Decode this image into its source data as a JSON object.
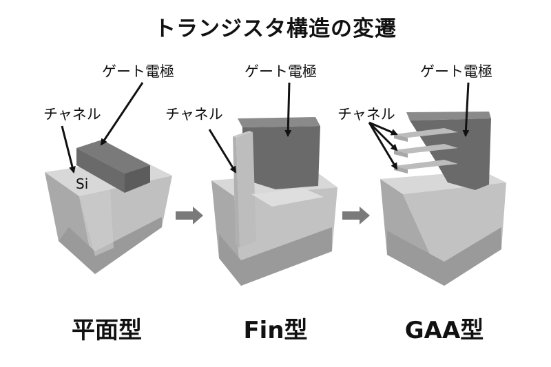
{
  "title": "トランジスタ構造の変遷",
  "panels": [
    {
      "caption": "平面型",
      "gate_label": "ゲート電極",
      "channel_label": "チャネル",
      "material_label": "Si"
    },
    {
      "caption": "Fin型",
      "gate_label": "ゲート電極",
      "channel_label": "チャネル"
    },
    {
      "caption": "GAA型",
      "gate_label": "ゲート電極",
      "channel_label": "チャネル"
    }
  ],
  "colors": {
    "gate": "#6e6e6e",
    "gate_side": "#5a5a5a",
    "channel": "#b9b9b9",
    "block_top": "#d6d6d6",
    "block_left": "#a8a8a8",
    "block_right": "#bdbdbd",
    "block_lower": "#969696",
    "arrow": "#111111",
    "step_arrow": "#7a7a7a"
  }
}
